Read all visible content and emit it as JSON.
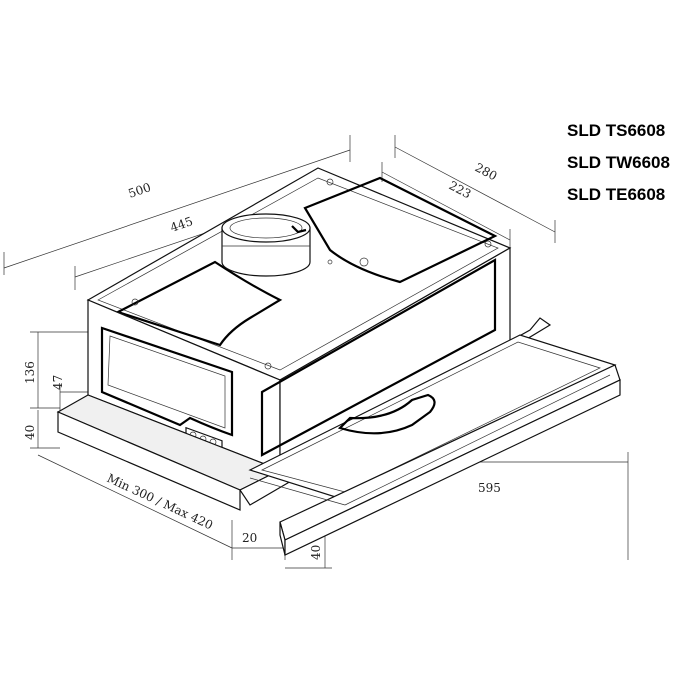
{
  "models": [
    "SLD TS6608",
    "SLD TW6608",
    "SLD TE6608"
  ],
  "dimensions": {
    "d500": "500",
    "d445": "445",
    "d280": "280",
    "d223": "223",
    "d136": "136",
    "d47": "47",
    "d40_left": "40",
    "range": "Min 300 / Max 420",
    "d595": "595",
    "d20": "20",
    "d40_right": "40"
  }
}
